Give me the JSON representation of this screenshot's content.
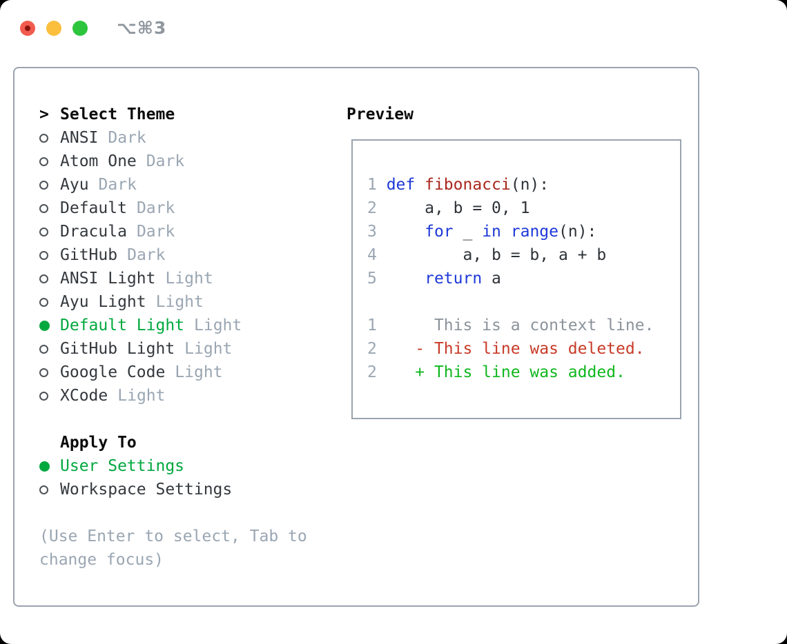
{
  "window": {
    "shortcut_label": "⌥⌘3"
  },
  "colors": {
    "page_bg": "#000000",
    "window_bg": "#ffffff",
    "traffic_close": "#f15b4e",
    "traffic_close_dot": "#8a130d",
    "traffic_minimize": "#fbbe3d",
    "traffic_zoom": "#2ec53e",
    "shortcut": "#8f969e",
    "panel_border": "#9aa3ae",
    "heading": "#0b0b0b",
    "text": "#34383d",
    "muted": "#9aa6b2",
    "radio_outline": "#4d5257",
    "selection_green": "#00a83e",
    "num": "#9aa6b2",
    "kw": "#1d38d8",
    "fn": "#a9281c",
    "code": "#2e3237",
    "ctx": "#8b939b",
    "del": "#c73a28",
    "add": "#0fb71e"
  },
  "theme_panel": {
    "header": {
      "marker": ">",
      "label": "Select Theme"
    },
    "themes": [
      {
        "name": "ANSI",
        "variant": "Dark",
        "selected": false
      },
      {
        "name": "Atom One",
        "variant": "Dark",
        "selected": false
      },
      {
        "name": "Ayu",
        "variant": "Dark",
        "selected": false
      },
      {
        "name": "Default",
        "variant": "Dark",
        "selected": false
      },
      {
        "name": "Dracula",
        "variant": "Dark",
        "selected": false
      },
      {
        "name": "GitHub",
        "variant": "Dark",
        "selected": false
      },
      {
        "name": "ANSI Light",
        "variant": "Light",
        "selected": false
      },
      {
        "name": "Ayu Light",
        "variant": "Light",
        "selected": false
      },
      {
        "name": "Default Light",
        "variant": "Light",
        "selected": true
      },
      {
        "name": "GitHub Light",
        "variant": "Light",
        "selected": false
      },
      {
        "name": "Google Code",
        "variant": "Light",
        "selected": false
      },
      {
        "name": "XCode",
        "variant": "Light",
        "selected": false
      }
    ],
    "apply_to": {
      "label": "Apply To",
      "options": [
        {
          "label": "User Settings",
          "selected": true
        },
        {
          "label": "Workspace Settings",
          "selected": false
        }
      ]
    },
    "hint": "(Use Enter to select, Tab to change focus)"
  },
  "preview": {
    "title": "Preview",
    "lines": [
      {
        "num": "1",
        "parts": [
          {
            "t": "def ",
            "c": "kw"
          },
          {
            "t": "fibonacci",
            "c": "fn"
          },
          {
            "t": "(n):",
            "c": "code"
          }
        ]
      },
      {
        "num": "2",
        "parts": [
          {
            "t": "    a, b = 0, 1",
            "c": "code"
          }
        ]
      },
      {
        "num": "3",
        "parts": [
          {
            "t": "    ",
            "c": "code"
          },
          {
            "t": "for",
            "c": "kw"
          },
          {
            "t": " _ ",
            "c": "code"
          },
          {
            "t": "in",
            "c": "kw"
          },
          {
            "t": " ",
            "c": "code"
          },
          {
            "t": "range",
            "c": "kw"
          },
          {
            "t": "(n):",
            "c": "code"
          }
        ]
      },
      {
        "num": "4",
        "parts": [
          {
            "t": "        a, b = b, a + b",
            "c": "code"
          }
        ]
      },
      {
        "num": "5",
        "parts": [
          {
            "t": "    ",
            "c": "code"
          },
          {
            "t": "return",
            "c": "kw"
          },
          {
            "t": " a",
            "c": "code"
          }
        ]
      },
      {
        "num": "",
        "parts": []
      },
      {
        "num": "1",
        "parts": [
          {
            "t": "     This is a context line.",
            "c": "ctx"
          }
        ]
      },
      {
        "num": "2",
        "parts": [
          {
            "t": "   - This line was deleted.",
            "c": "del"
          }
        ]
      },
      {
        "num": "2",
        "parts": [
          {
            "t": "   + This line was added.",
            "c": "add"
          }
        ]
      }
    ]
  }
}
